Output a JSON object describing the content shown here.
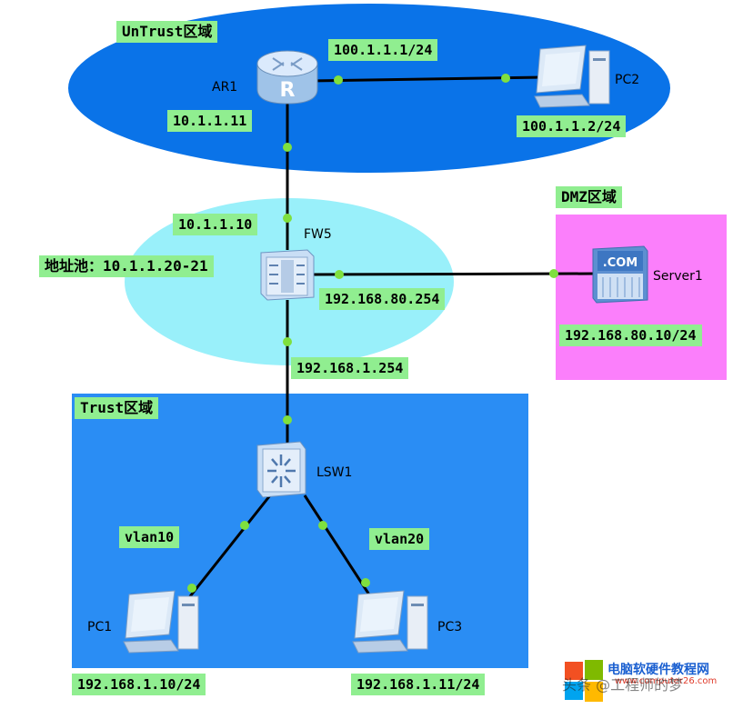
{
  "zones": {
    "untrust": {
      "label": "UnTrust区域",
      "color": "#0a73e8"
    },
    "fw": {
      "color": "#99f0fa"
    },
    "dmz": {
      "label": "DMZ区域",
      "color": "#fb7ffb"
    },
    "trust": {
      "label": "Trust区域",
      "color": "#2a8df4"
    }
  },
  "devices": {
    "ar1": {
      "name": "AR1",
      "ip": "10.1.1.11",
      "uplink_ip": "100.1.1.1/24"
    },
    "pc2": {
      "name": "PC2",
      "ip": "100.1.1.2/24"
    },
    "fw5": {
      "name": "FW5",
      "up_ip": "10.1.1.10",
      "dmz_ip": "192.168.80.254",
      "trust_ip": "192.168.1.254"
    },
    "pool": {
      "label": "地址池：10.1.1.20-21"
    },
    "server1": {
      "name": "Server1",
      "ip": "192.168.80.10/24",
      "badge": ".COM"
    },
    "lsw1": {
      "name": "LSW1",
      "vlan_left": "vlan10",
      "vlan_right": "vlan20"
    },
    "pc1": {
      "name": "PC1",
      "ip": "192.168.1.10/24"
    },
    "pc3": {
      "name": "PC3",
      "ip": "192.168.1.11/24"
    }
  },
  "watermark": {
    "title": "电脑软硬件教程网",
    "url": "www.computer26.com",
    "overlay": "头条 @工程师的梦"
  },
  "colors": {
    "link": "#000000",
    "dot": "#7fe03e"
  }
}
